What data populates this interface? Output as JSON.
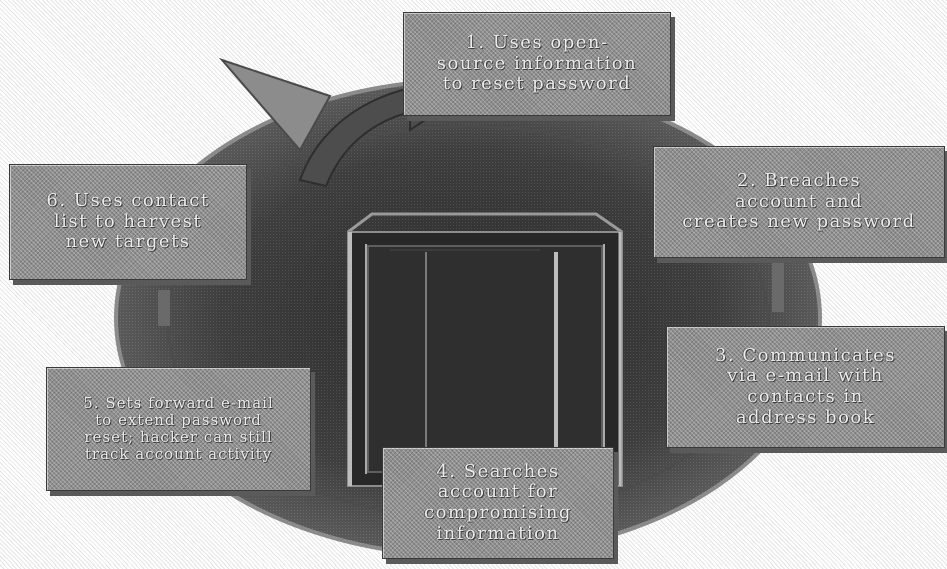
{
  "diagram": {
    "steps": [
      {
        "id": "1",
        "label": "1.  Uses open-\nsource information\nto reset password"
      },
      {
        "id": "2",
        "label": "2.  Breaches\naccount and\ncreates new password"
      },
      {
        "id": "3",
        "label": "3.  Communicates\nvia e-mail with\ncontacts in\naddress book"
      },
      {
        "id": "4",
        "label": "4.  Searches\naccount for\ncompromising\ninformation"
      },
      {
        "id": "5",
        "label": "5.  Sets forward e-mail\nto extend password\nreset; hacker can still\ntrack account activity"
      },
      {
        "id": "6",
        "label": "6.  Uses contact\nlist to harvest\nnew targets"
      }
    ],
    "colors": {
      "ring": "#353535",
      "ring_edge": "#8a8a8a",
      "boxes": "#8f8f8f",
      "text": "#ececec"
    }
  }
}
